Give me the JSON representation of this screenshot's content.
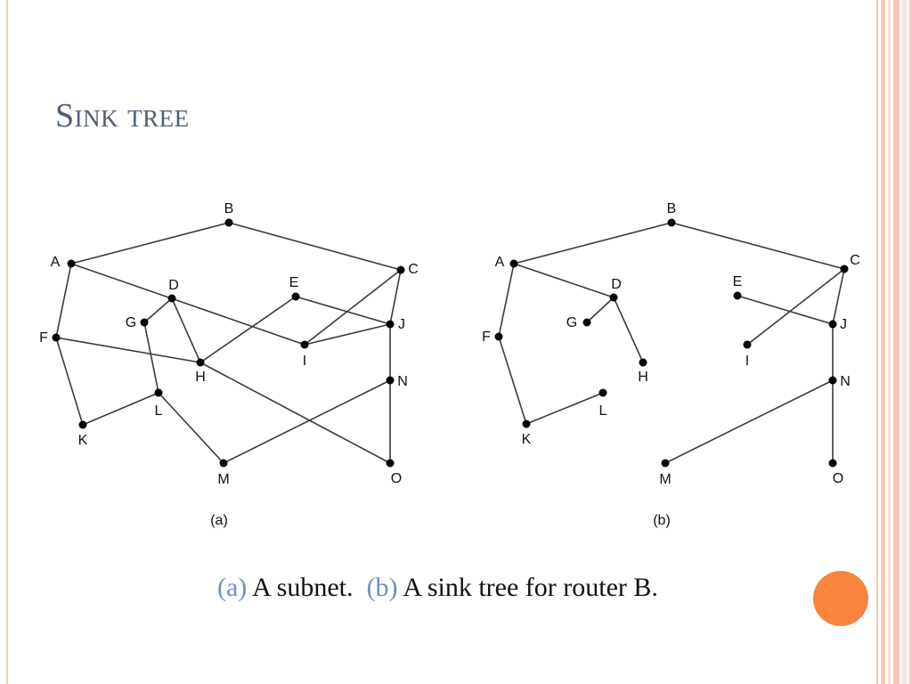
{
  "slide": {
    "title": "Sink tree",
    "caption": {
      "a_tag": "(a)",
      "a_text": " A subnet.",
      "b_tag": "(b)",
      "b_text": " A sink tree for router B."
    }
  },
  "diagrams": [
    {
      "id": "a",
      "label": "(a)",
      "nodes": [
        "A",
        "B",
        "C",
        "D",
        "E",
        "F",
        "G",
        "H",
        "I",
        "J",
        "K",
        "L",
        "M",
        "N",
        "O"
      ],
      "edges": [
        [
          "A",
          "B"
        ],
        [
          "B",
          "C"
        ],
        [
          "A",
          "I"
        ],
        [
          "A",
          "F"
        ],
        [
          "F",
          "H"
        ],
        [
          "F",
          "K"
        ],
        [
          "K",
          "L"
        ],
        [
          "L",
          "G"
        ],
        [
          "G",
          "D"
        ],
        [
          "D",
          "H"
        ],
        [
          "L",
          "M"
        ],
        [
          "M",
          "N"
        ],
        [
          "H",
          "E"
        ],
        [
          "H",
          "O"
        ],
        [
          "E",
          "J"
        ],
        [
          "I",
          "C"
        ],
        [
          "I",
          "J"
        ],
        [
          "C",
          "J"
        ],
        [
          "J",
          "N"
        ],
        [
          "N",
          "O"
        ]
      ]
    },
    {
      "id": "b",
      "label": "(b)",
      "nodes": [
        "A",
        "B",
        "C",
        "D",
        "E",
        "F",
        "G",
        "H",
        "I",
        "J",
        "K",
        "L",
        "M",
        "N",
        "O"
      ],
      "edges": [
        [
          "B",
          "A"
        ],
        [
          "B",
          "C"
        ],
        [
          "A",
          "D"
        ],
        [
          "D",
          "G"
        ],
        [
          "D",
          "H"
        ],
        [
          "A",
          "F"
        ],
        [
          "F",
          "K"
        ],
        [
          "K",
          "L"
        ],
        [
          "C",
          "I"
        ],
        [
          "C",
          "J"
        ],
        [
          "E",
          "J"
        ],
        [
          "J",
          "N"
        ],
        [
          "N",
          "M"
        ],
        [
          "N",
          "O"
        ]
      ]
    }
  ],
  "colors": {
    "title": "#4f5f76",
    "caption_tag": "#6f8fc0",
    "accent_dot": "#f8843f",
    "stripe": "#f7c9b4"
  }
}
